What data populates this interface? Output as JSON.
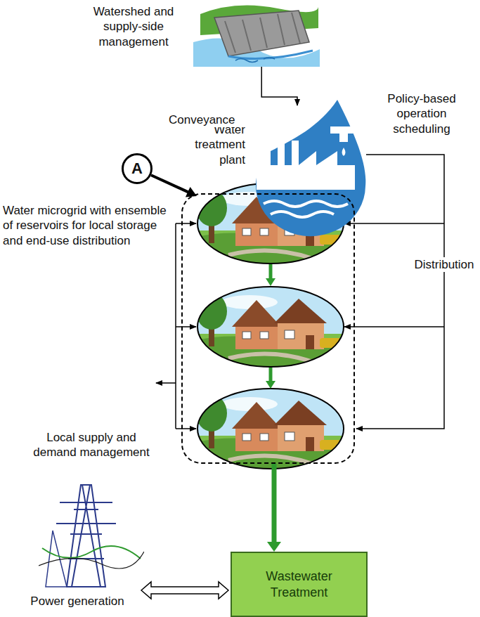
{
  "diagram": {
    "nodes": [
      {
        "text": [
          "Watershed and supply-side management"
        ]
      },
      {
        "text": [
          "Water treatment plant"
        ]
      },
      {
        "text": [
          "A"
        ]
      },
      {
        "text": [
          "Water microgrid with ensemble of reservoirs for local storage and end-use distribution"
        ]
      },
      {
        "text": [
          "Power generation"
        ]
      },
      {
        "text": [
          "Wastewater Treatment"
        ]
      }
    ],
    "edges": [
      {
        "from": 0,
        "to": 1,
        "arrow": "to",
        "label": "Conveyance"
      },
      {
        "from": 2,
        "to": 3,
        "arrow": "to"
      },
      {
        "from": 1,
        "to": 3,
        "arrow": "to",
        "label": "Distribution"
      },
      {
        "from": 3,
        "to": 5,
        "arrow": "to"
      },
      {
        "from": 4,
        "to": 5,
        "arrow": "both"
      }
    ],
    "labels": [
      "Policy-based operation scheduling",
      "Local supply and demand management"
    ]
  }
}
